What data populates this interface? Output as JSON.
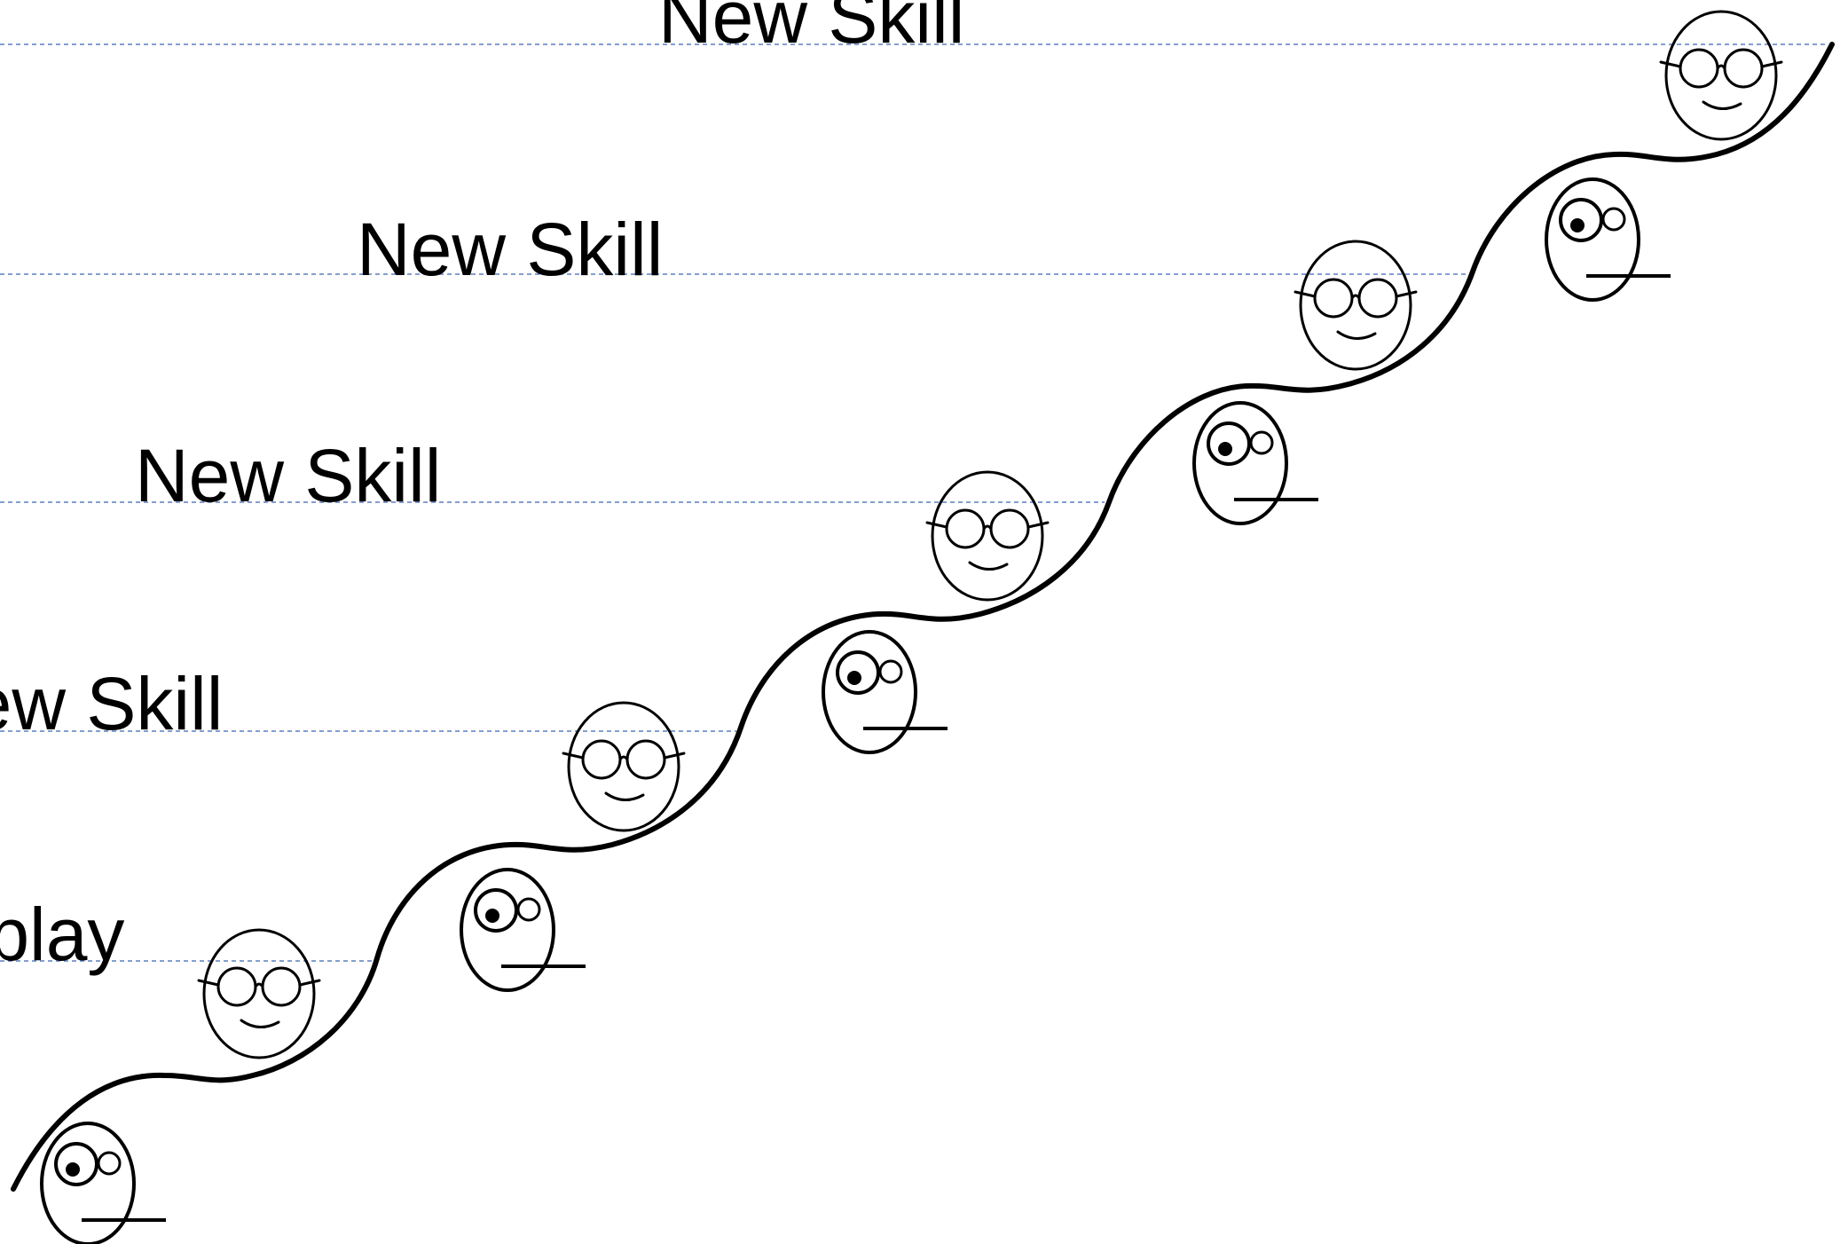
{
  "diagram": {
    "levels": [
      {
        "label": "New Skill"
      },
      {
        "label": "New Skill"
      },
      {
        "label": "New Skill"
      },
      {
        "label": "New Skill"
      },
      {
        "label": "Display"
      }
    ],
    "figures": {
      "confident": {
        "icon": "smiling-face-with-glasses-icon"
      },
      "confused": {
        "icon": "confused-face-icon"
      }
    },
    "colors": {
      "guide_line": "#5b7fc0",
      "ink": "#000000",
      "background": "#ffffff"
    }
  }
}
